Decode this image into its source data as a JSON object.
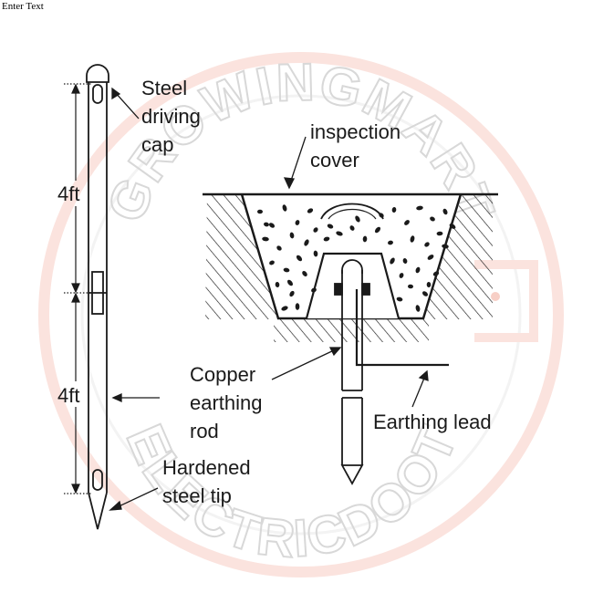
{
  "header": {
    "enter_text": "Enter Text"
  },
  "watermark": {
    "top": "GROWINGMART",
    "bottom": "ELECTRICDOOT"
  },
  "labels": {
    "cap": [
      "Steel",
      "driving",
      "cap"
    ],
    "inspection": [
      "inspection",
      "cover"
    ],
    "dim_top": "4ft",
    "dim_bottom": "4ft",
    "copper": [
      "Copper",
      "earthing",
      "rod"
    ],
    "lead": "Earthing lead",
    "tip": [
      "Hardened",
      "steel tip"
    ]
  },
  "colors": {
    "line": "#1a1a1a",
    "watermark": "#d8d8d8",
    "accent": "#e0604a"
  }
}
